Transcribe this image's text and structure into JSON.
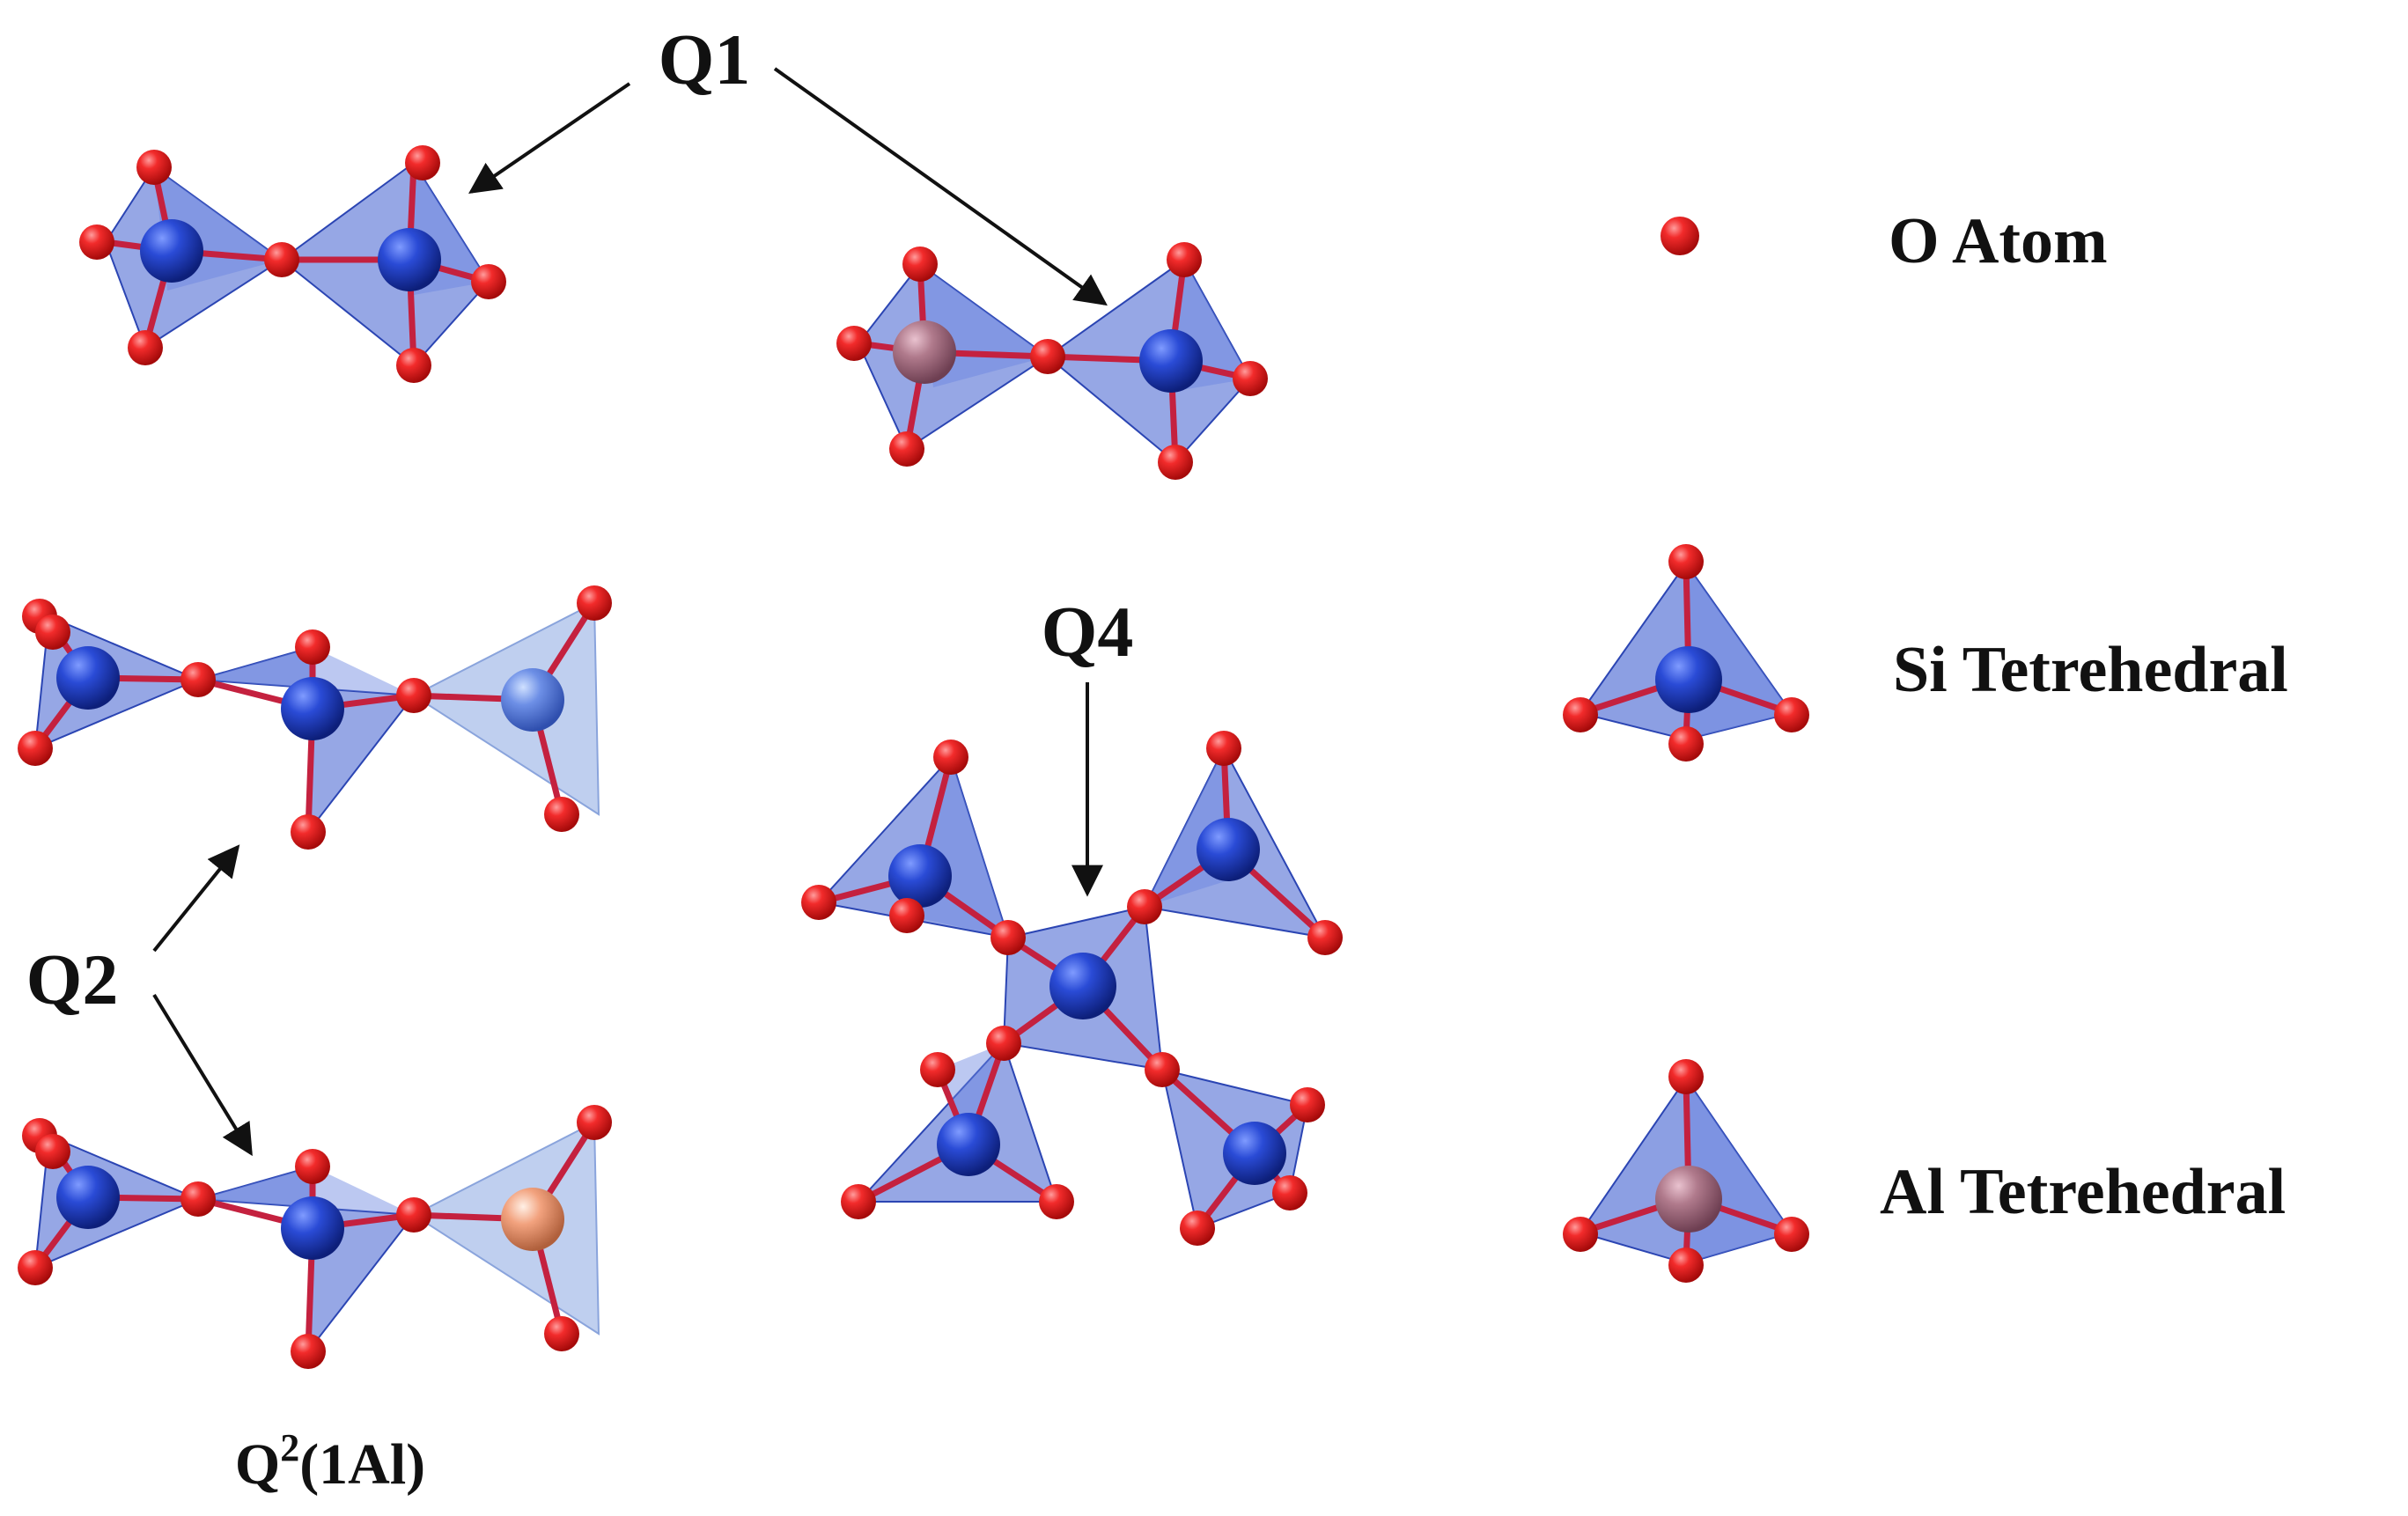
{
  "figure": {
    "labels": {
      "q1": "Q1",
      "q2": "Q2",
      "q4": "Q4",
      "q2_1al_main": "Q",
      "q2_1al_sup": "2",
      "q2_1al_tail": "(1Al)"
    },
    "legend": {
      "o_atom": "O Atom",
      "si_tetrahedral": "Si Tetrehedral",
      "al_tetrahedral": "Al Tetrehedral"
    }
  },
  "colors": {
    "oxygen": "#e8121c",
    "silicon": "#2746c9",
    "aluminum_q1": "#b07a8c",
    "aluminum_q2": "#f2a27e",
    "tetrahedron_si": "#5471d8",
    "tetrahedron_light": "#a9bfe9",
    "text": "#111111"
  }
}
